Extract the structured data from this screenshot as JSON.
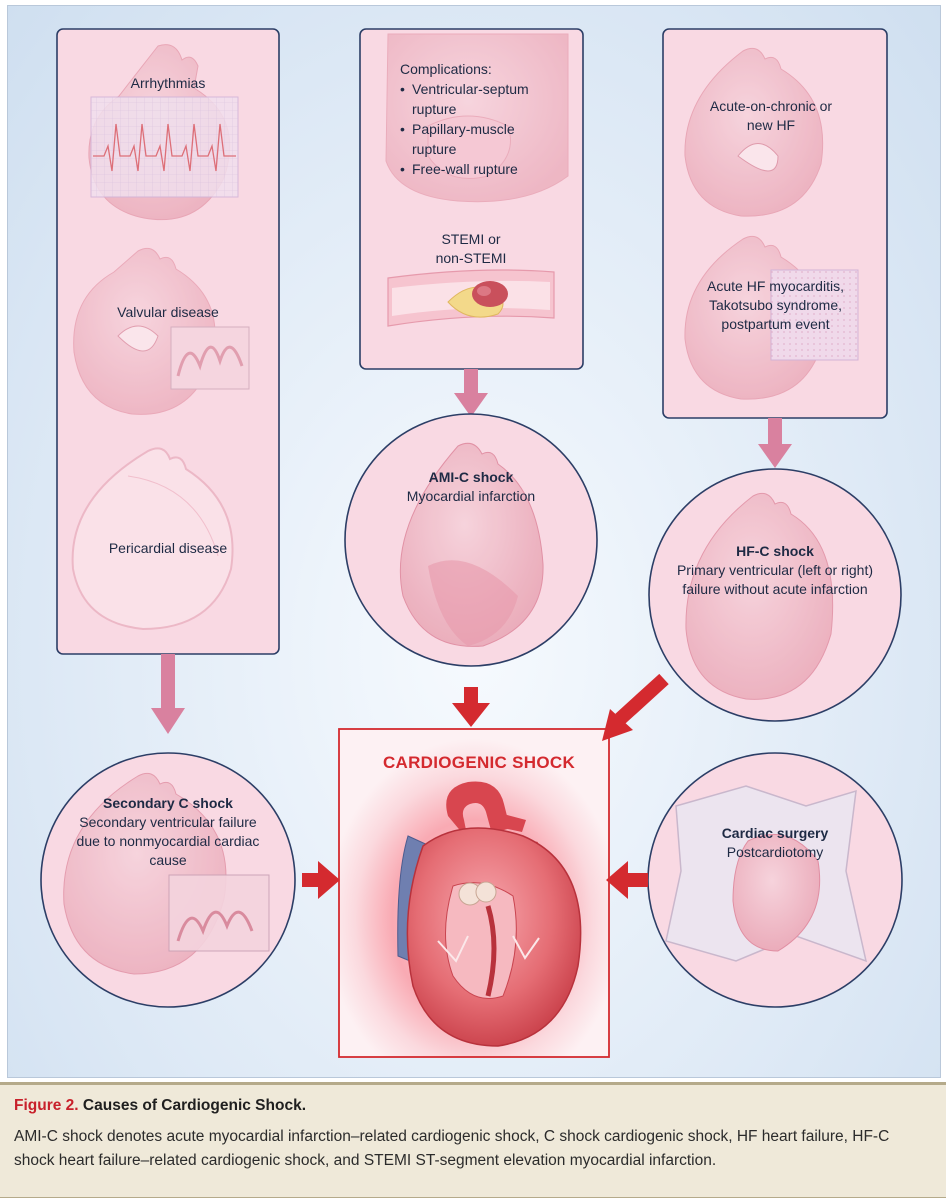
{
  "panels": {
    "left": {
      "arrhythmias": "Arrhythmias",
      "valvular": "Valvular disease",
      "pericardial": "Pericardial disease"
    },
    "middle": {
      "complications_title": "Complications:",
      "complications": [
        "Ventricular-septum rupture",
        "Papillary-muscle rupture",
        "Free-wall rupture"
      ],
      "stemi": "STEMI or non-STEMI"
    },
    "right": {
      "acute_chronic": "Acute-on-chronic or new HF",
      "myocarditis": "Acute HF myocarditis, Takotsubo syndrome, postpartum event"
    }
  },
  "circles": {
    "ami": {
      "title": "AMI-C shock",
      "text": "Myocardial infarction"
    },
    "hf": {
      "title": "HF-C shock",
      "text": "Primary ventricular (left or right) failure without acute infarction"
    },
    "secondary": {
      "title": "Secondary C shock",
      "text": "Secondary ventricular failure due to nonmyocardial cardiac cause"
    },
    "surgery": {
      "title": "Cardiac surgery",
      "text": "Postcardiotomy"
    }
  },
  "center": {
    "title": "CARDIOGENIC SHOCK"
  },
  "caption": {
    "figure_label": "Figure 2.",
    "title": "Causes of Cardiogenic Shock.",
    "text": "AMI-C shock denotes acute myocardial infarction–related cardiogenic shock, C shock cardiogenic shock, HF heart failure, HF-C shock heart failure–related cardiogenic shock, and STEMI ST-segment elevation myocardial infarction."
  },
  "colors": {
    "panel_fill": "#f9d9e3",
    "panel_border": "#2c3e66",
    "accent_red": "#d42a2f",
    "pink_arrow": "#d9819f",
    "heart_red": "#d8464f"
  }
}
